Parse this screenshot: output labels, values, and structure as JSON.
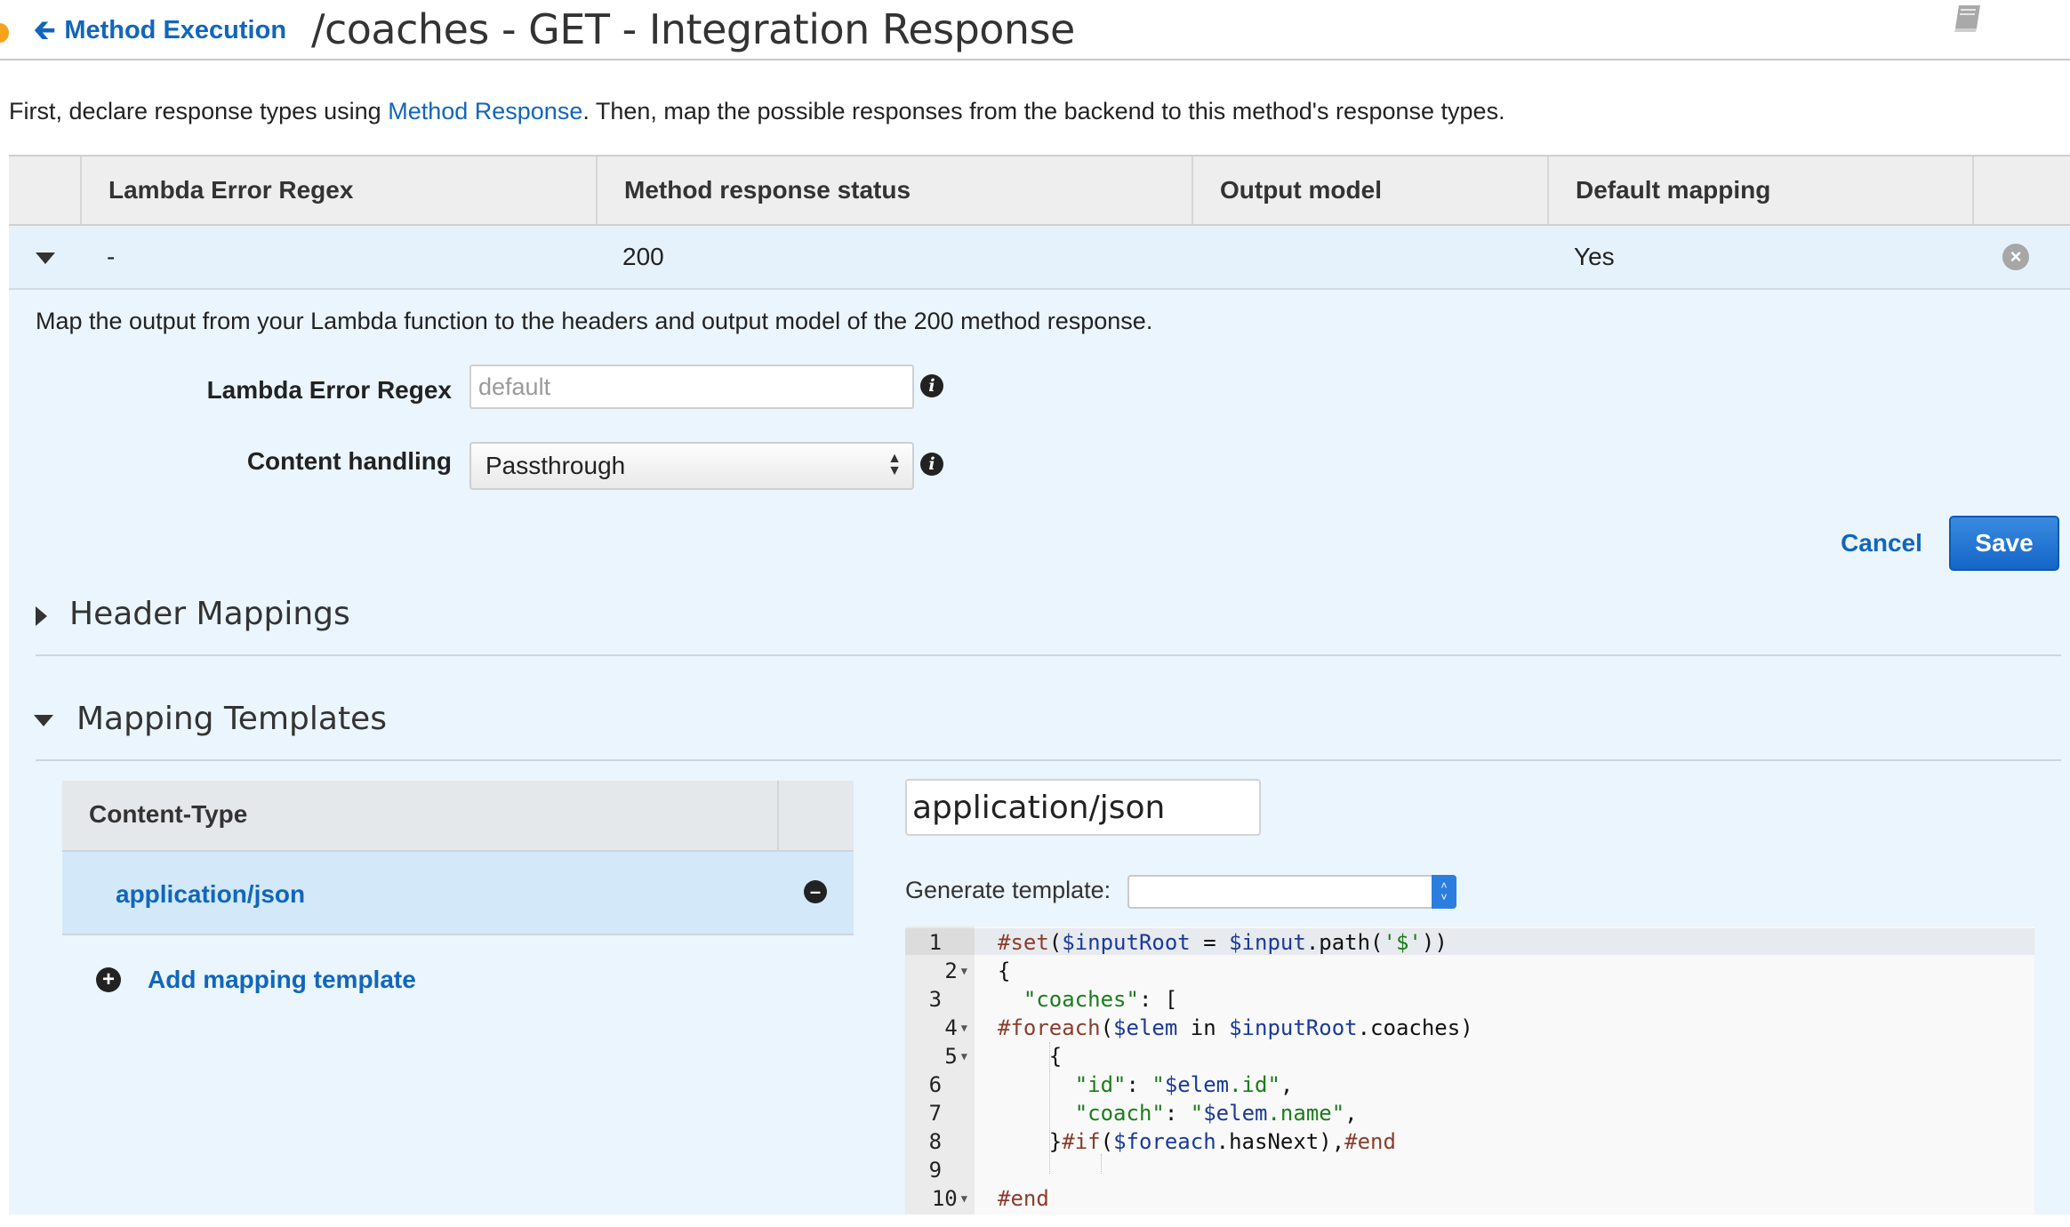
{
  "header": {
    "back_link": "Method Execution",
    "title": "/coaches - GET - Integration Response"
  },
  "intro": {
    "before": "First, declare response types using ",
    "link": "Method Response",
    "after": ". Then, map the possible responses from the backend to this method's response types."
  },
  "table": {
    "columns": [
      "Lambda Error Regex",
      "Method response status",
      "Output model",
      "Default mapping"
    ],
    "row": {
      "lambda_error_regex": "-",
      "method_response_status": "200",
      "output_model": "",
      "default_mapping": "Yes"
    }
  },
  "panel": {
    "description": "Map the output from your Lambda function to the headers and output model of the 200 method response.",
    "regex_label": "Lambda Error Regex",
    "regex_placeholder": "default",
    "content_handling_label": "Content handling",
    "content_handling_value": "Passthrough",
    "cancel_label": "Cancel",
    "save_label": "Save"
  },
  "sections": {
    "header_mappings": "Header Mappings",
    "mapping_templates": "Mapping Templates"
  },
  "mapping_templates": {
    "column_header": "Content-Type",
    "items": [
      "application/json"
    ],
    "add_label": "Add mapping template",
    "selected_content_type": "application/json",
    "generate_label": "Generate template:",
    "generate_value": ""
  },
  "editor": {
    "line_numbers": [
      "1",
      "2",
      "3",
      "4",
      "5",
      "6",
      "7",
      "8",
      "9",
      "10"
    ],
    "lines": [
      "#set($inputRoot = $input.path('$'))",
      "{",
      "  \"coaches\": [",
      "#foreach($elem in $inputRoot.coaches)",
      "    {",
      "      \"id\": \"$elem.id\",",
      "      \"coach\": \"$elem.name\",",
      "    }#if($foreach.hasNext),#end",
      "",
      "#end"
    ]
  },
  "colors": {
    "link": "#1166bb",
    "primary_button": "#1466c8",
    "selected_row": "#e6f2fb"
  }
}
